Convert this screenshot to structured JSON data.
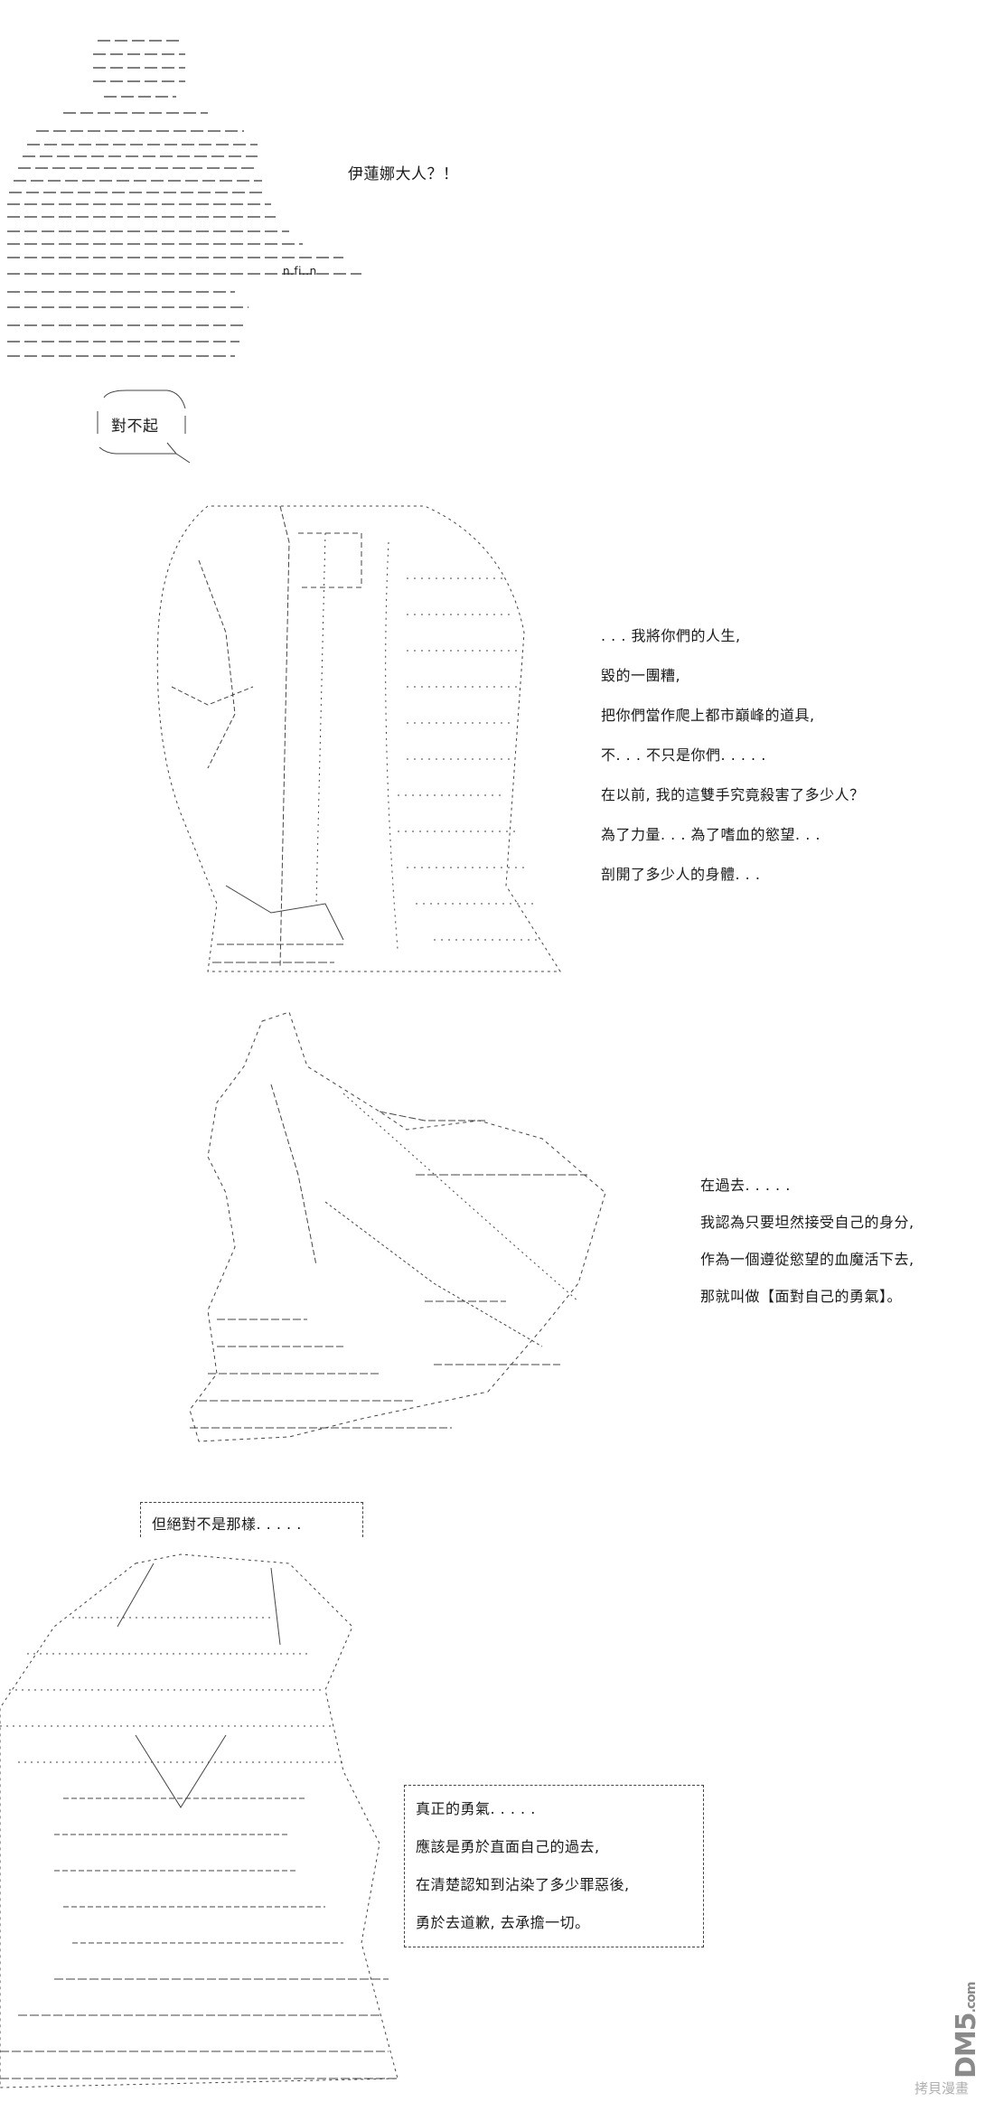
{
  "panel1": {
    "shout": "伊蓮娜大人？！",
    "apology_bubble": "對不起",
    "sfx": "n.fi..n"
  },
  "panel2": {
    "lines": [
      ". . . 我將你們的人生,",
      "毀的一團糟,",
      "把你們當作爬上都市巔峰的道具,",
      "不. . . 不只是你們. . . . .",
      "在以前, 我的這雙手究竟殺害了多少人？",
      "為了力量. . . 為了嗜血的慾望. . .",
      "剖開了多少人的身體. . ."
    ]
  },
  "panel3": {
    "lines": [
      "在過去. . . . .",
      "我認為只要坦然接受自己的身分,",
      "作為一個遵從慾望的血魔活下去,",
      "那就叫做【面對自己的勇氣】。"
    ]
  },
  "panel4": {
    "box_text": "但絕對不是那樣. . . . ."
  },
  "panel5": {
    "lines": [
      "真正的勇氣. . . . .",
      "應該是勇於直面自己的過去,",
      "在清楚認知到沾染了多少罪惡後,",
      "勇於去道歉, 去承擔一切。"
    ]
  },
  "watermark": {
    "logo": "DM5.com",
    "caption": "拷貝漫畫"
  }
}
